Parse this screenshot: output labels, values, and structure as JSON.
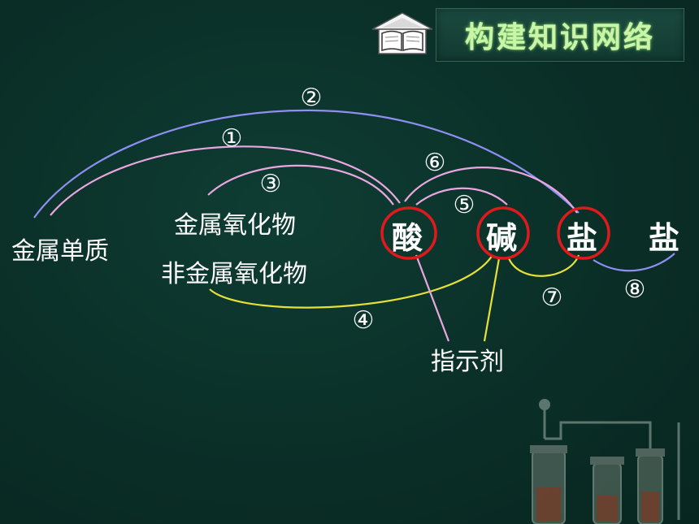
{
  "header": {
    "title": "构建知识网络"
  },
  "nodes": {
    "metal": "金属单质",
    "metal_oxide": "金属氧化物",
    "nonmetal_oxide": "非金属氧化物",
    "acid": "酸",
    "base": "碱",
    "salt": "盐",
    "salt2": "盐",
    "indicator": "指示剂"
  },
  "relations": {
    "r1": "①",
    "r2": "②",
    "r3": "③",
    "r4": "④",
    "r5": "⑤",
    "r6": "⑥",
    "r7": "⑦",
    "r8": "⑧"
  },
  "colors": {
    "background": "#0a2f27",
    "arc_blue": "#8e8ff0",
    "arc_pink": "#eaa6e0",
    "arc_yellow": "#e7e03a",
    "highlight_ring": "#e0191c",
    "banner_text": "#c9f5a8"
  }
}
